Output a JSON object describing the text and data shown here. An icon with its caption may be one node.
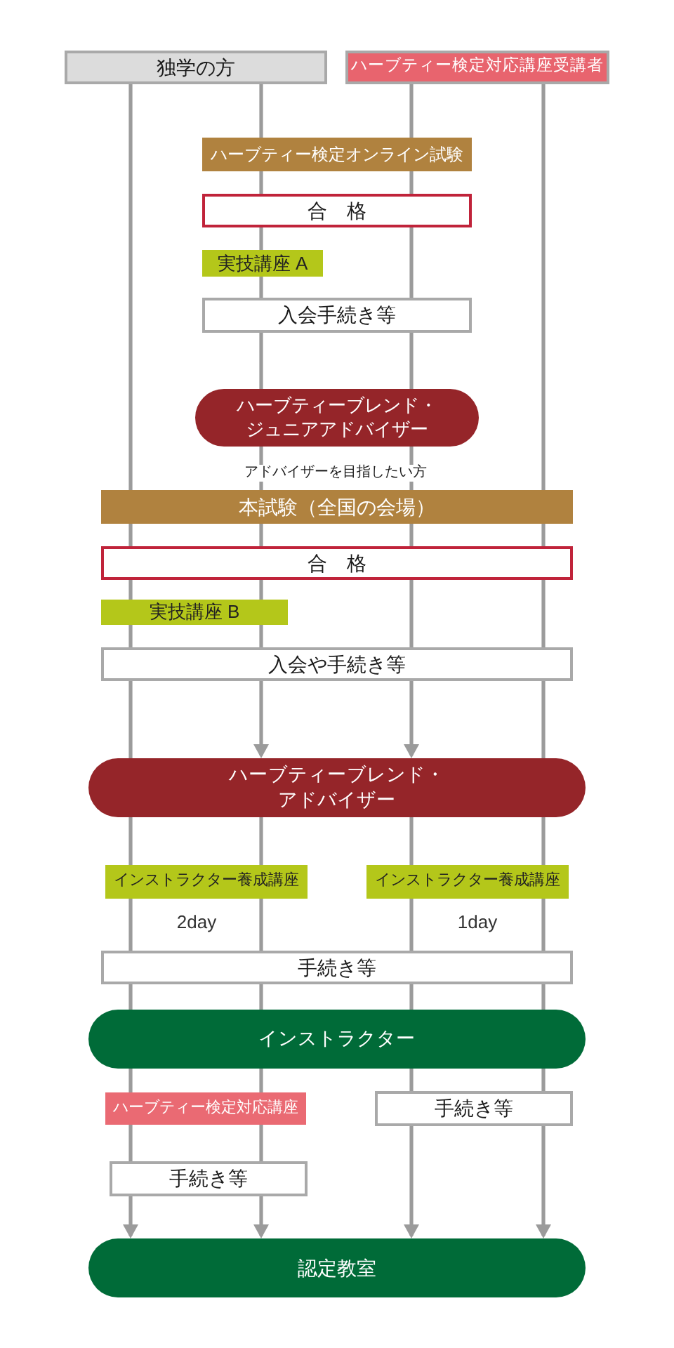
{
  "diagram": {
    "nodes": [
      {
        "text": [
          "独学の方"
        ]
      },
      {
        "text": [
          "ハーブティー検定対応講座受講者"
        ]
      },
      {
        "text": [
          "ハーブティー検定オンライン試験"
        ]
      },
      {
        "text": [
          "合　格"
        ]
      },
      {
        "text": [
          "実技講座 A"
        ]
      },
      {
        "text": [
          "入会手続き等"
        ]
      },
      {
        "text": [
          "ハーブティーブレンド・ジュニアアドバイザー"
        ]
      },
      {
        "text": [
          "本試験（全国の会場）"
        ]
      },
      {
        "text": [
          "合　格"
        ]
      },
      {
        "text": [
          "実技講座 B"
        ]
      },
      {
        "text": [
          "入会や手続き等"
        ]
      },
      {
        "text": [
          "ハーブティーブレンド・アドバイザー"
        ]
      },
      {
        "text": [
          "インストラクター養成講座"
        ],
        "beside": [
          "2day"
        ]
      },
      {
        "text": [
          "インストラクター養成講座"
        ],
        "beside": [
          "1day"
        ]
      },
      {
        "text": [
          "手続き等"
        ]
      },
      {
        "text": [
          "インストラクター"
        ]
      },
      {
        "text": [
          "ハーブティー検定対応講座"
        ]
      },
      {
        "text": [
          "手続き等"
        ]
      },
      {
        "text": [
          "手続き等"
        ]
      },
      {
        "text": [
          "認定教室"
        ]
      }
    ],
    "edges": [
      {
        "from": 0,
        "to": 7,
        "arrow": "none"
      },
      {
        "from": 7,
        "to": 8,
        "arrow": "none"
      },
      {
        "from": 8,
        "to": 9,
        "arrow": "none"
      },
      {
        "from": 9,
        "to": 10,
        "arrow": "none"
      },
      {
        "from": 10,
        "to": 11,
        "arrow": "none"
      },
      {
        "from": 11,
        "to": 12,
        "arrow": "none"
      },
      {
        "from": 12,
        "to": 14,
        "arrow": "none"
      },
      {
        "from": 14,
        "to": 15,
        "arrow": "none"
      },
      {
        "from": 15,
        "to": 16,
        "arrow": "none"
      },
      {
        "from": 16,
        "to": 18,
        "arrow": "none"
      },
      {
        "from": 18,
        "to": 19,
        "arrow": "to"
      },
      {
        "from": 0,
        "to": 2,
        "arrow": "none"
      },
      {
        "from": 2,
        "to": 3,
        "arrow": "none"
      },
      {
        "from": 3,
        "to": 4,
        "arrow": "none"
      },
      {
        "from": 4,
        "to": 5,
        "arrow": "none"
      },
      {
        "from": 5,
        "to": 6,
        "arrow": "none"
      },
      {
        "from": 6,
        "to": 7,
        "arrow": "none"
      },
      {
        "from": 7,
        "to": 8,
        "arrow": "none"
      },
      {
        "from": 8,
        "to": 9,
        "arrow": "none"
      },
      {
        "from": 9,
        "to": 10,
        "arrow": "none"
      },
      {
        "from": 10,
        "to": 11,
        "arrow": "to"
      },
      {
        "from": 11,
        "to": 12,
        "arrow": "none"
      },
      {
        "from": 12,
        "to": 14,
        "arrow": "none"
      },
      {
        "from": 14,
        "to": 15,
        "arrow": "none"
      },
      {
        "from": 15,
        "to": 16,
        "arrow": "none"
      },
      {
        "from": 16,
        "to": 18,
        "arrow": "none"
      },
      {
        "from": 18,
        "to": 19,
        "arrow": "to"
      },
      {
        "from": 1,
        "to": 2,
        "arrow": "none"
      },
      {
        "from": 2,
        "to": 3,
        "arrow": "none"
      },
      {
        "from": 3,
        "to": 5,
        "arrow": "none"
      },
      {
        "from": 5,
        "to": 6,
        "arrow": "none"
      },
      {
        "from": 6,
        "to": 7,
        "arrow": "none"
      },
      {
        "from": 7,
        "to": 8,
        "arrow": "none"
      },
      {
        "from": 8,
        "to": 10,
        "arrow": "none"
      },
      {
        "from": 10,
        "to": 11,
        "arrow": "to"
      },
      {
        "from": 11,
        "to": 13,
        "arrow": "none"
      },
      {
        "from": 13,
        "to": 14,
        "arrow": "none"
      },
      {
        "from": 14,
        "to": 15,
        "arrow": "none"
      },
      {
        "from": 15,
        "to": 17,
        "arrow": "none"
      },
      {
        "from": 17,
        "to": 19,
        "arrow": "to"
      },
      {
        "from": 1,
        "to": 7,
        "arrow": "none"
      },
      {
        "from": 7,
        "to": 8,
        "arrow": "none"
      },
      {
        "from": 8,
        "to": 10,
        "arrow": "none"
      },
      {
        "from": 10,
        "to": 11,
        "arrow": "none"
      },
      {
        "from": 11,
        "to": 13,
        "arrow": "none"
      },
      {
        "from": 13,
        "to": 14,
        "arrow": "none"
      },
      {
        "from": 14,
        "to": 15,
        "arrow": "none"
      },
      {
        "from": 15,
        "to": 17,
        "arrow": "none"
      },
      {
        "from": 17,
        "to": 19,
        "arrow": "to"
      }
    ],
    "labels": [
      "アドバイザーを目指したい方"
    ]
  }
}
